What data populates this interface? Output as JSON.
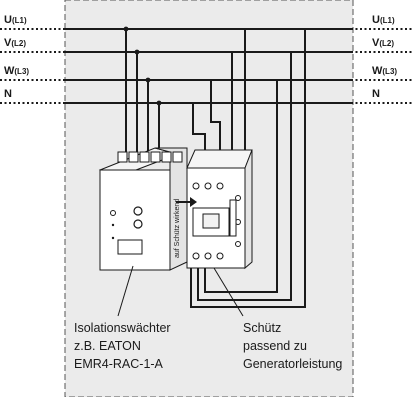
{
  "lines": [
    {
      "main": "U",
      "sub": "(L1)"
    },
    {
      "main": "V",
      "sub": "(L2)"
    },
    {
      "main": "W",
      "sub": "(L3)"
    },
    {
      "main": "N",
      "sub": ""
    }
  ],
  "module_label": "auf Schütz wirkend",
  "captions": {
    "monitor": [
      "Isolationswächter",
      "z.B. EATON",
      "EMR4-RAC-1-A"
    ],
    "contactor": [
      "Schütz",
      "passend zu",
      "Generatorleistung"
    ]
  },
  "colors": {
    "line": "#1a1a1a",
    "panel": "#ebebeb",
    "device": "#f2f2f2",
    "device_front": "#ffffff"
  }
}
